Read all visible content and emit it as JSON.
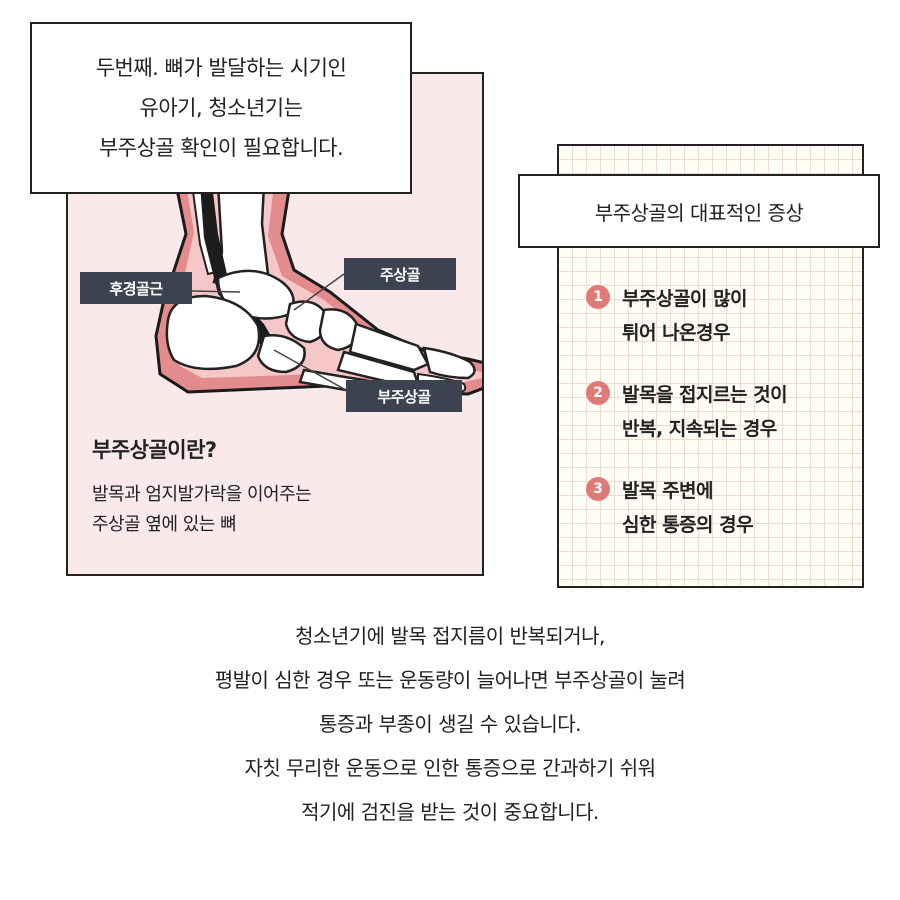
{
  "caption": {
    "lines": [
      "두번째. 뼈가 발달하는 시기인",
      "유아기, 청소년기는",
      "부주상골 확인이 필요합니다."
    ]
  },
  "labels": {
    "heel": "후경골근",
    "talus": "주상골",
    "accessory": "부주상골"
  },
  "definition": {
    "title": "부주상골이란?",
    "lines": [
      "발목과 엄지발가락을 이어주는",
      "주상골 옆에 있는 뼈"
    ]
  },
  "symptoms": {
    "title": "부주상골의 대표적인 증상",
    "items": [
      {
        "num": "1",
        "lines": [
          "부주상골이 많이",
          "튀어 나온경우"
        ]
      },
      {
        "num": "2",
        "lines": [
          "발목을 접지르는 것이",
          "반복, 지속되는 경우"
        ]
      },
      {
        "num": "3",
        "lines": [
          "발목 주변에",
          "심한 통증의 경우"
        ]
      }
    ]
  },
  "bottom": {
    "lines": [
      "청소년기에 발목 접지름이 반복되거나,",
      "평발이 심한 경우 또는 운동량이 늘어나면 부주상골이 눌려",
      "통증과 부종이 생길 수 있습니다.",
      "자칫 무리한 운동으로 인한 통증으로 간과하기 쉬워",
      "적기에 검진을 받는 것이 중요합니다."
    ]
  },
  "colors": {
    "panel_bg": "#f9e9ea",
    "label_bg": "#3d4251",
    "accent": "#e07a78",
    "skin": "#e38c8d"
  }
}
